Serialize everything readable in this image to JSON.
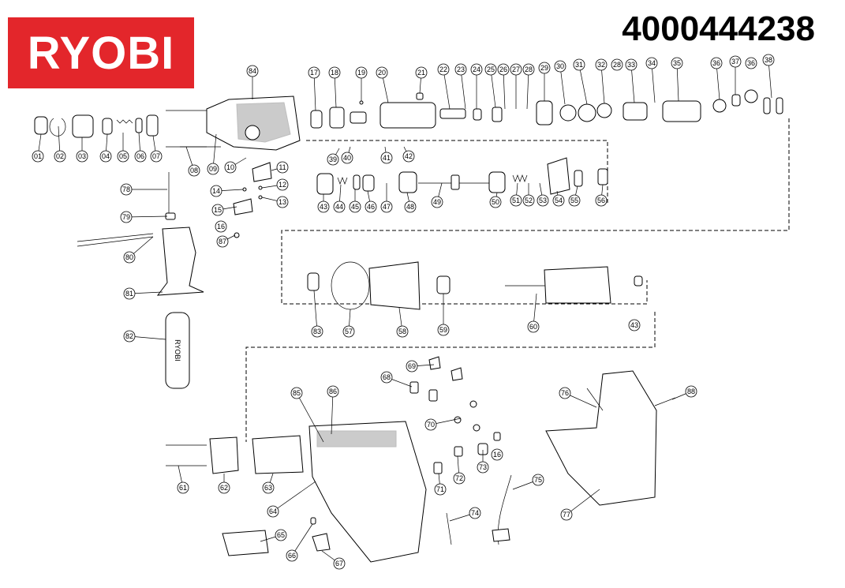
{
  "brand": {
    "logo_text": "RYOBI",
    "logo_color": "#e3262b"
  },
  "part_number": "4000444238",
  "callouts": [
    "01",
    "02",
    "03",
    "04",
    "05",
    "06",
    "07",
    "08",
    "09",
    "10",
    "11",
    "12",
    "13",
    "14",
    "15",
    "16",
    "17",
    "18",
    "19",
    "20",
    "21",
    "22",
    "23",
    "24",
    "25",
    "26",
    "27",
    "28",
    "29",
    "30",
    "31",
    "32",
    "33",
    "34",
    "35",
    "36",
    "37",
    "38",
    "39",
    "40",
    "41",
    "42",
    "43",
    "44",
    "45",
    "46",
    "47",
    "48",
    "49",
    "50",
    "51",
    "52",
    "53",
    "54",
    "55",
    "56",
    "57",
    "58",
    "59",
    "60",
    "61",
    "62",
    "63",
    "64",
    "65",
    "66",
    "67",
    "68",
    "69",
    "70",
    "71",
    "72",
    "73",
    "74",
    "75",
    "76",
    "77",
    "78",
    "79",
    "80",
    "81",
    "82",
    "83",
    "84",
    "85",
    "86",
    "87",
    "88"
  ],
  "handle_grip_text": "RYOBI"
}
